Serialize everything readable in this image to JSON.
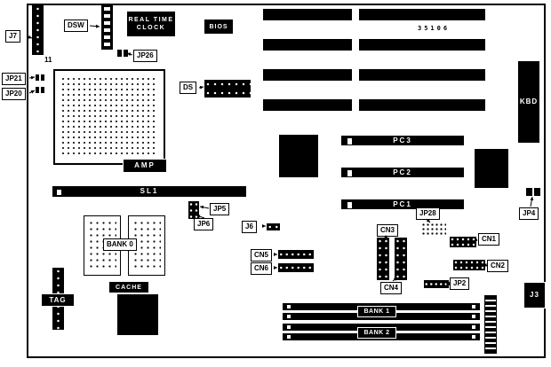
{
  "diagram": {
    "part_number": "35106",
    "marking_11": "11"
  },
  "labels": {
    "j7": "J7",
    "dsw": "DSW",
    "jp26": "JP26",
    "jp21": "JP21",
    "jp20": "JP20",
    "ds": "DS",
    "jp5": "JP5",
    "jp6": "JP6",
    "j6": "J6",
    "bank0": "BANK 0",
    "jp28": "JP28",
    "jp4": "JP4",
    "cn3": "CN3",
    "cn4": "CN4",
    "cn1": "CN1",
    "cn2": "CN2",
    "cn5": "CN5",
    "cn6": "CN6",
    "jp2": "JP2"
  },
  "black_labels": {
    "rtc_line1": "REAL TIME",
    "rtc_line2": "CLOCK",
    "bios": "BIOS",
    "amp": "AMP",
    "sl1": "SL1",
    "cache": "CACHE",
    "tag": "TAG",
    "kbd": "KBD",
    "j3": "J3",
    "pc1": "PC1",
    "pc2": "PC2",
    "pc3": "PC3",
    "bank_upper": "BANK 1",
    "bank_lower": "BANK 2"
  }
}
